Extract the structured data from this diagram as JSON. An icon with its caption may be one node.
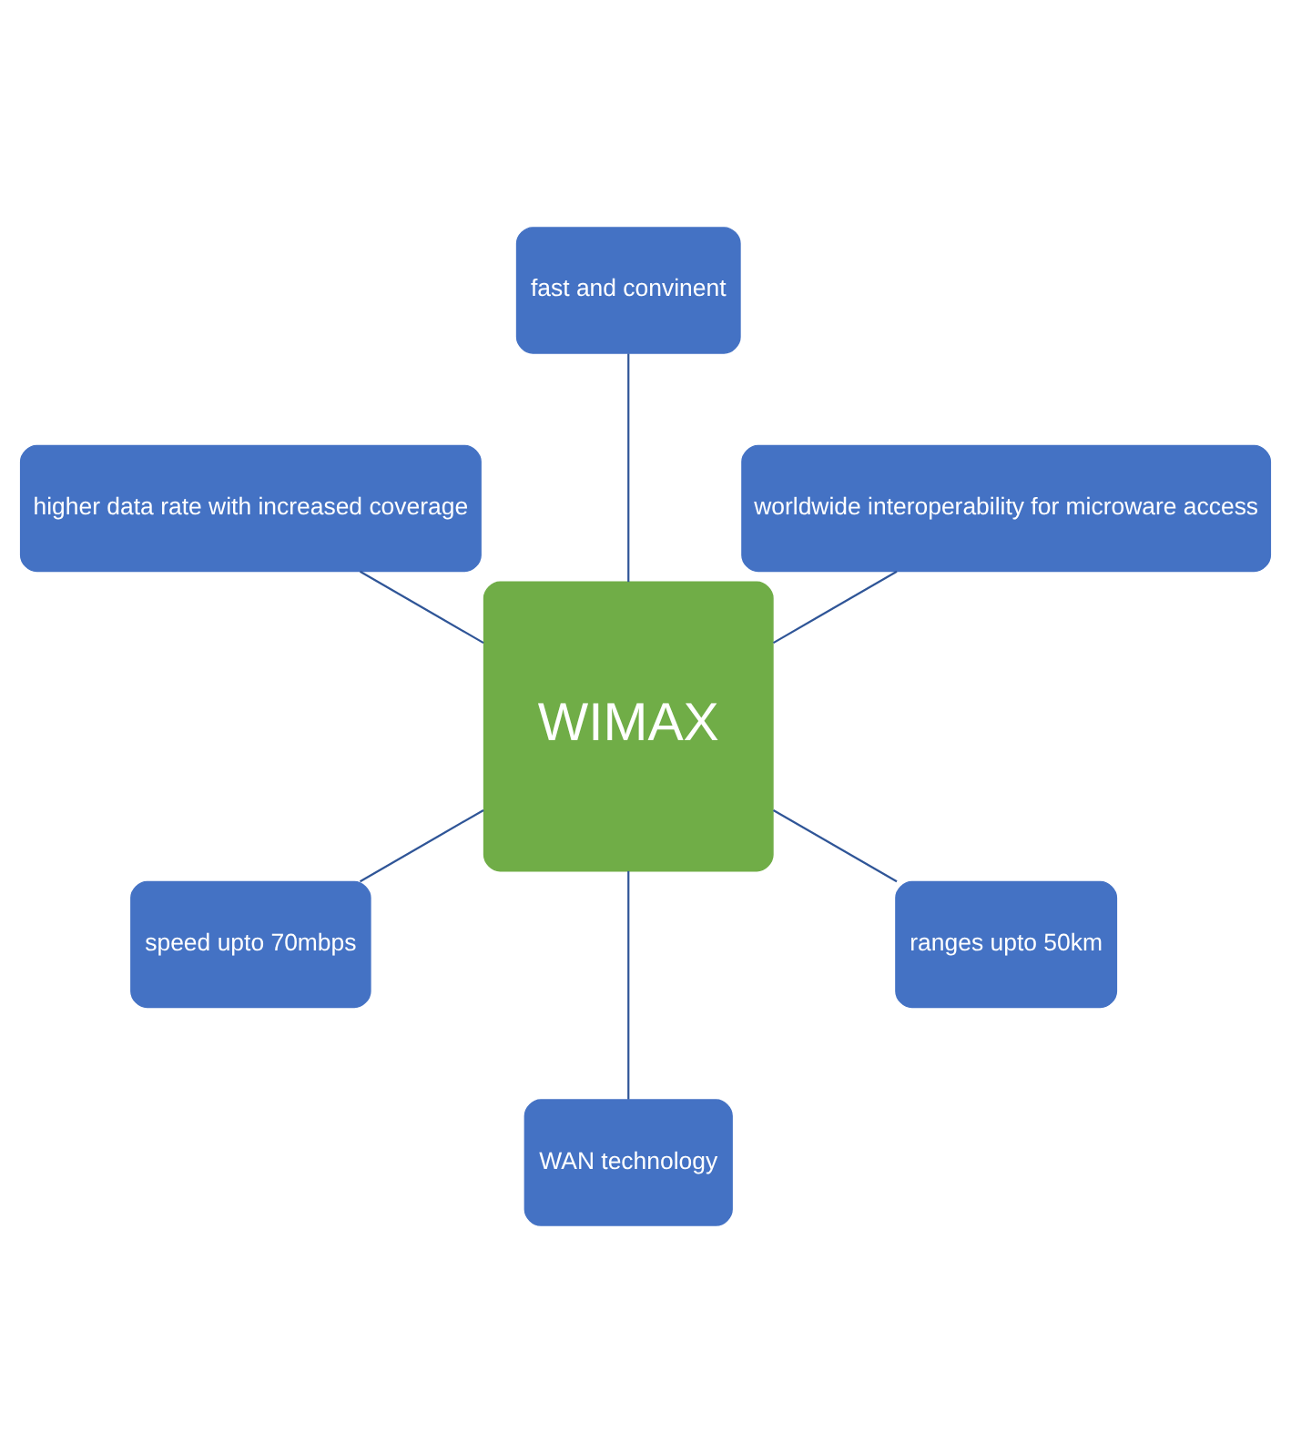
{
  "diagram": {
    "nodes": [
      {
        "text": [
          "worldwide interoperability for microware access"
        ]
      },
      {
        "text": [
          "fast and convinent"
        ]
      },
      {
        "text": [
          "higher data rate with increased coverage"
        ]
      },
      {
        "text": [
          "WIMAX"
        ]
      },
      {
        "text": [
          "speed upto 70mbps"
        ]
      },
      {
        "text": [
          "WAN technology"
        ]
      },
      {
        "text": [
          "ranges upto 50km"
        ]
      }
    ],
    "edges": [
      {
        "from": 3,
        "to": 0,
        "arrow": "none"
      },
      {
        "from": 3,
        "to": 2,
        "arrow": "none"
      },
      {
        "from": 3,
        "to": 5,
        "arrow": "none"
      },
      {
        "from": 3,
        "to": 6,
        "arrow": "none"
      },
      {
        "from": 3,
        "to": 4,
        "arrow": "none"
      },
      {
        "from": 3,
        "to": 1,
        "arrow": "none"
      }
    ]
  }
}
